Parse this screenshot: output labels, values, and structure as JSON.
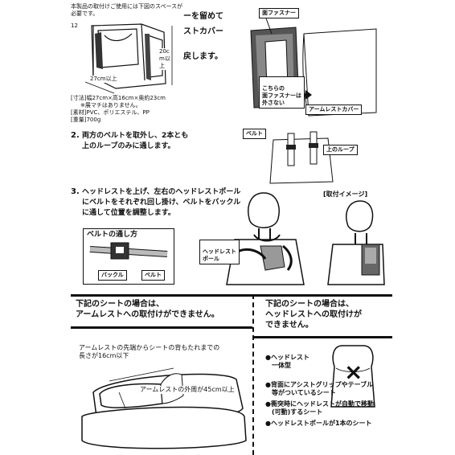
{
  "top_left": {
    "note_line1": "本製品の取付けご使用には下図のスペースが",
    "note_line2": "必要です。",
    "dim_height": "20cm以上",
    "dim_width": "27cm以上",
    "dim_depth": "12",
    "specs": [
      {
        "label": "[寸法]",
        "value": "幅27cm×高16cm×奥約23cm"
      },
      {
        "label": "",
        "value": "※展マチはありません。"
      },
      {
        "label": "[素材]",
        "value": "PVC、ポリエステル、PP"
      },
      {
        "label": "[重量]",
        "value": "700g"
      }
    ]
  },
  "step1": {
    "text_line1": "ーを留めて",
    "text_line2": "ストカバー",
    "text_line3": "戻します。",
    "label_fastener": "面ファスナー",
    "label_note": "こちらの\n面ファスナーは\n外さない",
    "label_cover": "アームレストカバー"
  },
  "step2": {
    "number": "2.",
    "text_line1": "両方のベルトを取外し、2本とも",
    "text_line2": "上のループのみに通します。",
    "label_belt": "ベルト",
    "label_loop": "上のループ"
  },
  "step3": {
    "number": "3.",
    "text_line1": "ヘッドレストを上げ、左右のヘッドレストポール",
    "text_line2": "にベルトをそれぞれ回し掛け、ベルトをバックル",
    "text_line3": "に通して位置を調整します。",
    "belt_title": "ベルトの通し方",
    "label_buckle": "バックル",
    "label_belt": "ベルト",
    "label_pole": "ヘッドレスト\nポール",
    "image_title": "[取付イメージ]"
  },
  "bottom_left": {
    "heading_line1": "下記のシートの場合は、",
    "heading_line2": "アームレストへの取付けができません。",
    "cond_line1": "アームレストの先端からシートの背もたれまでの",
    "cond_line2": "長さが16cm以下",
    "cond_outer": "アームレストの外周が45cm以上"
  },
  "bottom_right": {
    "heading_line1": "下記のシートの場合は、",
    "heading_line2": "ヘッドレストへの取付けが",
    "heading_line3": "できません。",
    "items": [
      "●ヘッドレスト",
      "  一体型",
      "●背面にアシストグリップやテーブル",
      "  等がついているシート",
      "●衝突時にヘッドレストが自動で移動",
      "  (可動)するシート",
      "●ヘッドレストポールが1本のシート"
    ],
    "cross_mark": "×"
  }
}
